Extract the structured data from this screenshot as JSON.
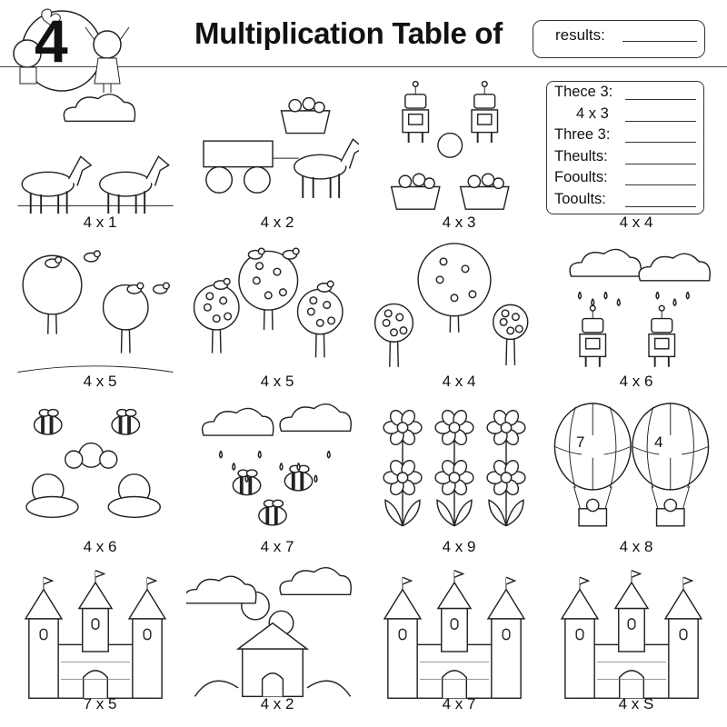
{
  "header": {
    "number": "4",
    "title": "Multiplication Table of",
    "results_label": "results:"
  },
  "answer_box": {
    "rows": [
      "Thece 3:",
      "4 x 3",
      "Three 3:",
      "Theults:",
      "Fooults:",
      "Tooults:"
    ]
  },
  "cells": [
    {
      "label": "4 x 1",
      "scene": "horses"
    },
    {
      "label": "4 x 2",
      "scene": "cart"
    },
    {
      "label": "4 x 3",
      "scene": "robots-baskets"
    },
    {
      "label": "4 x 4",
      "scene": "answer-box"
    },
    {
      "label": "4 x 5",
      "scene": "trees-birds"
    },
    {
      "label": "4 x 5",
      "scene": "apple-trees-birds"
    },
    {
      "label": "4 x 4",
      "scene": "apple-trees"
    },
    {
      "label": "4 x 6",
      "scene": "clouds-robots"
    },
    {
      "label": "4 x 6",
      "scene": "bees-animals"
    },
    {
      "label": "4 x 7",
      "scene": "clouds-bees"
    },
    {
      "label": "4 x 9",
      "scene": "flowers"
    },
    {
      "label": "4 x 8",
      "scene": "balloons"
    },
    {
      "label": "7 x 5",
      "scene": "castle"
    },
    {
      "label": "4 x 2",
      "scene": "castle-balloons"
    },
    {
      "label": "4 x 7",
      "scene": "castle"
    },
    {
      "label": "4 x S",
      "scene": "castle"
    }
  ],
  "balloon_numbers": [
    "7",
    "4"
  ]
}
